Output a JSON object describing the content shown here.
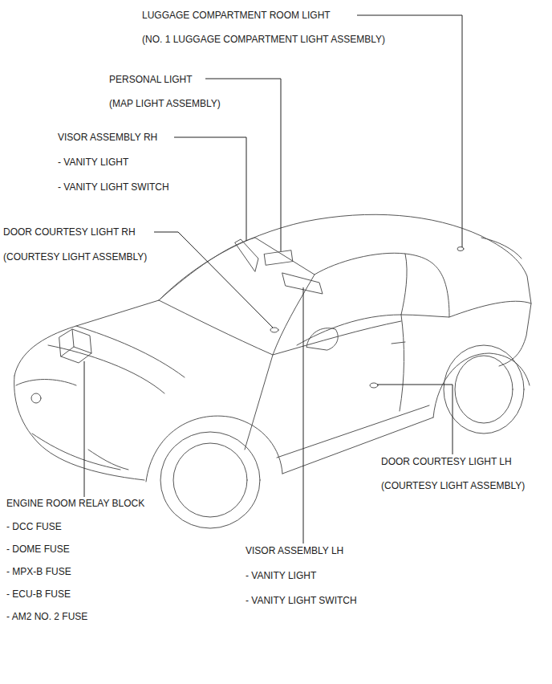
{
  "diagram": {
    "labels": [
      "LUGGAGE COMPARTMENT ROOM LIGHT",
      "(NO. 1 LUGGAGE COMPARTMENT LIGHT ASSEMBLY)",
      "PERSONAL LIGHT",
      "(MAP LIGHT ASSEMBLY)",
      "VISOR ASSEMBLY RH",
      "- VANITY LIGHT",
      "- VANITY LIGHT SWITCH",
      "DOOR COURTESY LIGHT RH",
      "(COURTESY LIGHT ASSEMBLY)",
      "DOOR COURTESY LIGHT LH",
      "(COURTESY LIGHT ASSEMBLY)",
      "ENGINE ROOM RELAY BLOCK",
      "- DCC FUSE",
      "- DOME FUSE",
      "- MPX-B FUSE",
      "- ECU-B FUSE",
      "- AM2 NO. 2 FUSE",
      "VISOR ASSEMBLY LH",
      "- VANITY LIGHT",
      "- VANITY LIGHT SWITCH"
    ]
  }
}
